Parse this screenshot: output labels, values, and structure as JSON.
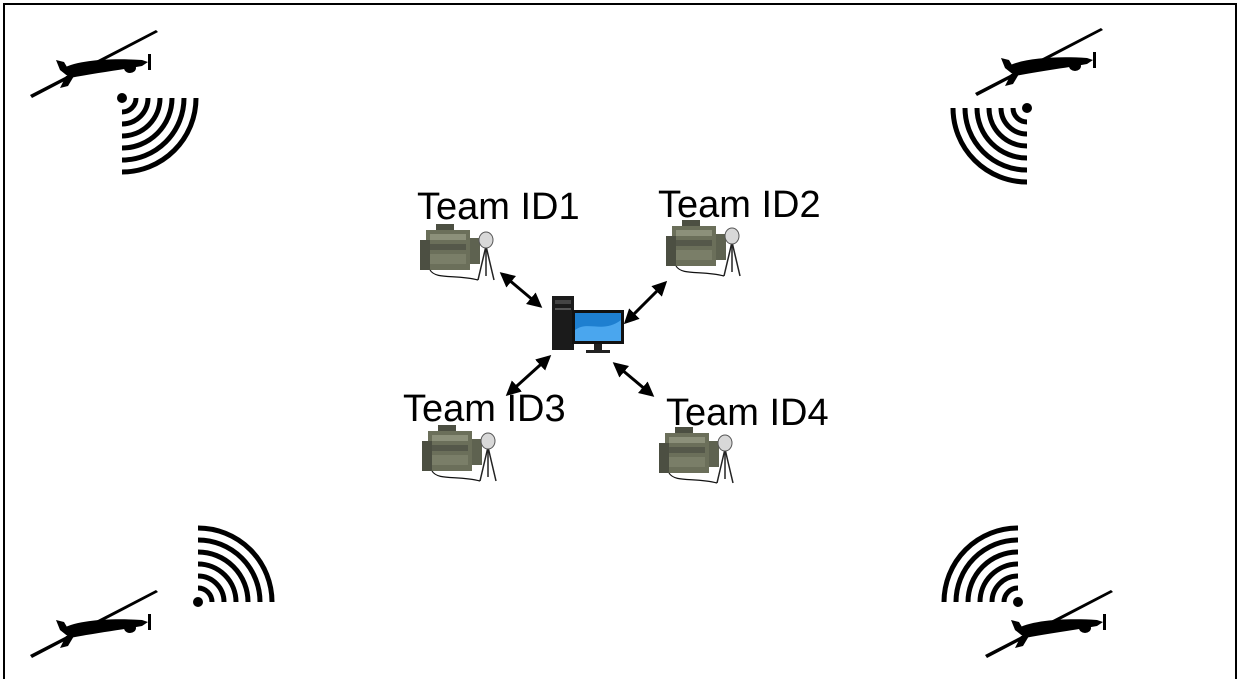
{
  "diagram": {
    "stations": [
      {
        "id": "team-1",
        "label": "Team ID1"
      },
      {
        "id": "team-2",
        "label": "Team ID2"
      },
      {
        "id": "team-3",
        "label": "Team ID3"
      },
      {
        "id": "team-4",
        "label": "Team ID4"
      }
    ],
    "hub": {
      "icon": "desktop-computer-icon"
    },
    "drones": [
      {
        "corner": "top-left",
        "icon": "uav-drone-icon"
      },
      {
        "corner": "top-right",
        "icon": "uav-drone-icon"
      },
      {
        "corner": "bottom-left",
        "icon": "uav-drone-icon"
      },
      {
        "corner": "bottom-right",
        "icon": "uav-drone-icon"
      }
    ],
    "colors": {
      "stroke": "#000000",
      "equipment": "#6b6f5a",
      "screen": "#1e7fd0",
      "background": "#ffffff"
    }
  }
}
